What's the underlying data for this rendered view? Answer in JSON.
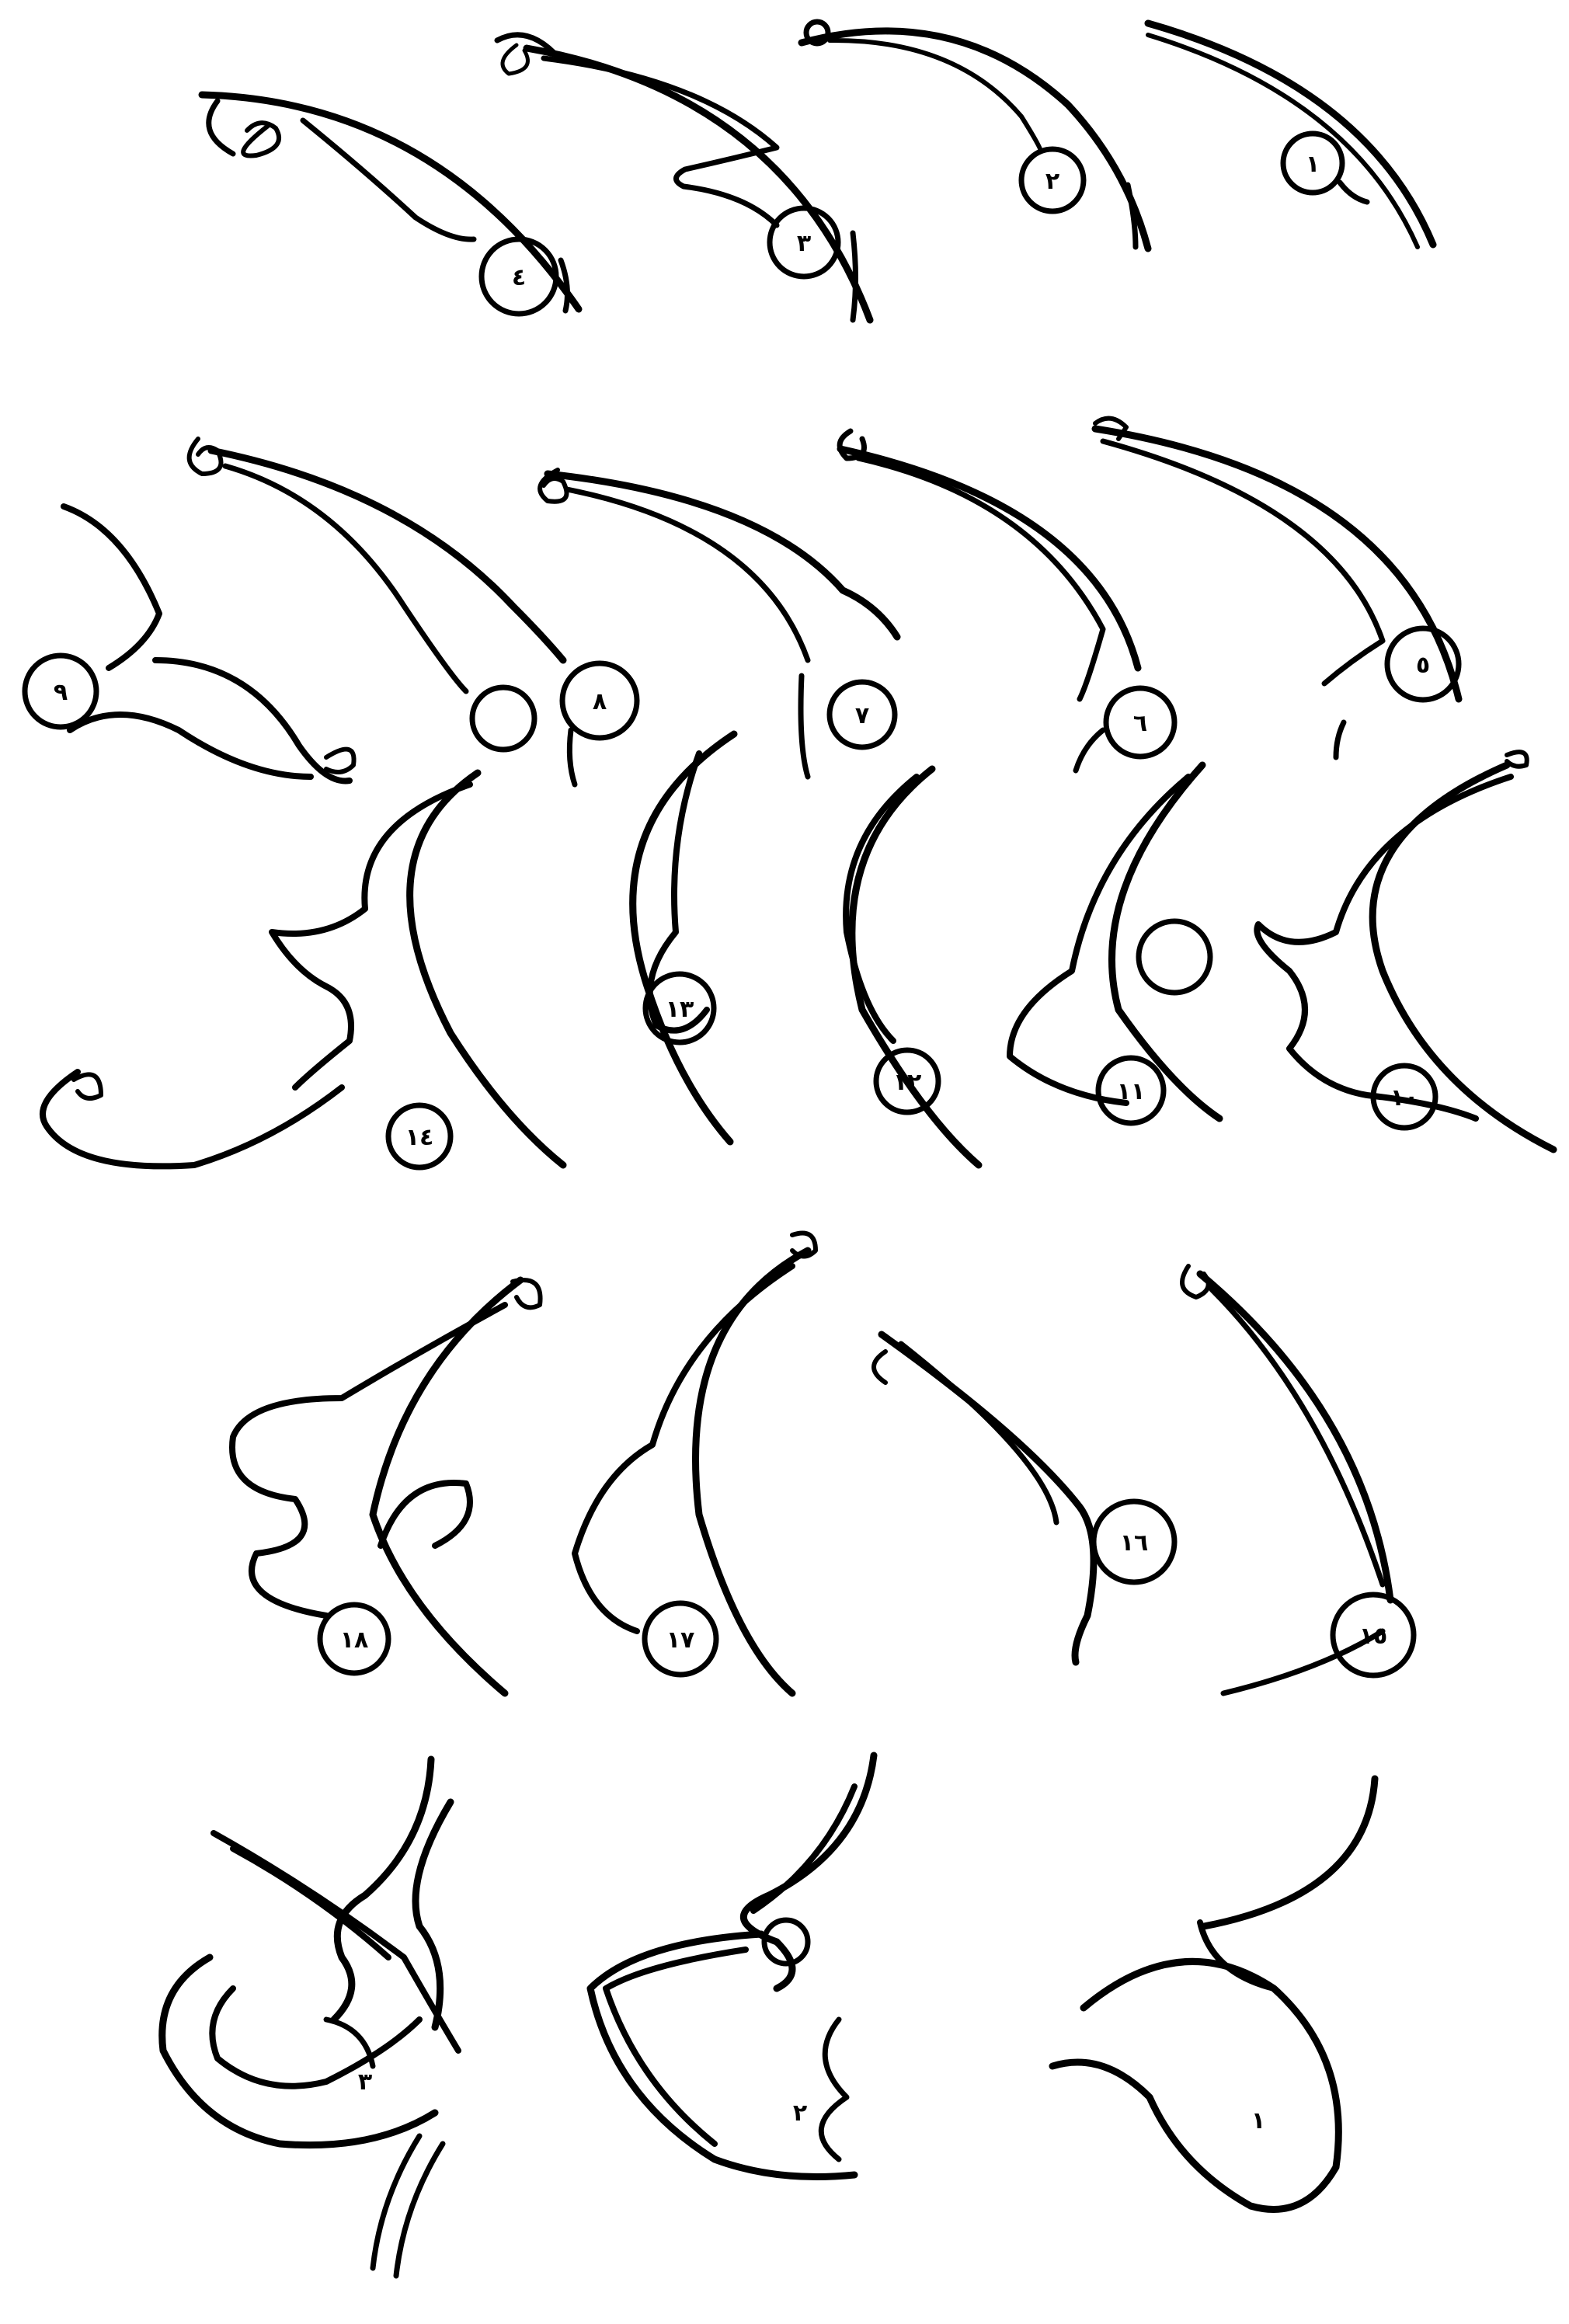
{
  "figure": {
    "ink_color": "#000000",
    "paper_color": "#ffffff",
    "motifs": [
      {
        "label": "١"
      },
      {
        "label": "٢"
      },
      {
        "label": "٣"
      },
      {
        "label": "٤"
      },
      {
        "label": "٥"
      },
      {
        "label": "٦"
      },
      {
        "label": "٧"
      },
      {
        "label": "٨"
      },
      {
        "label": "٩"
      },
      {
        "label": "١٠"
      },
      {
        "label": "١١"
      },
      {
        "label": "١٢"
      },
      {
        "label": "١٣"
      },
      {
        "label": "١٤"
      },
      {
        "label": "١٥"
      },
      {
        "label": "١٦"
      },
      {
        "label": "١٧"
      },
      {
        "label": "١٨"
      },
      {
        "label": "١"
      },
      {
        "label": "٢"
      },
      {
        "label": "٣"
      }
    ]
  }
}
